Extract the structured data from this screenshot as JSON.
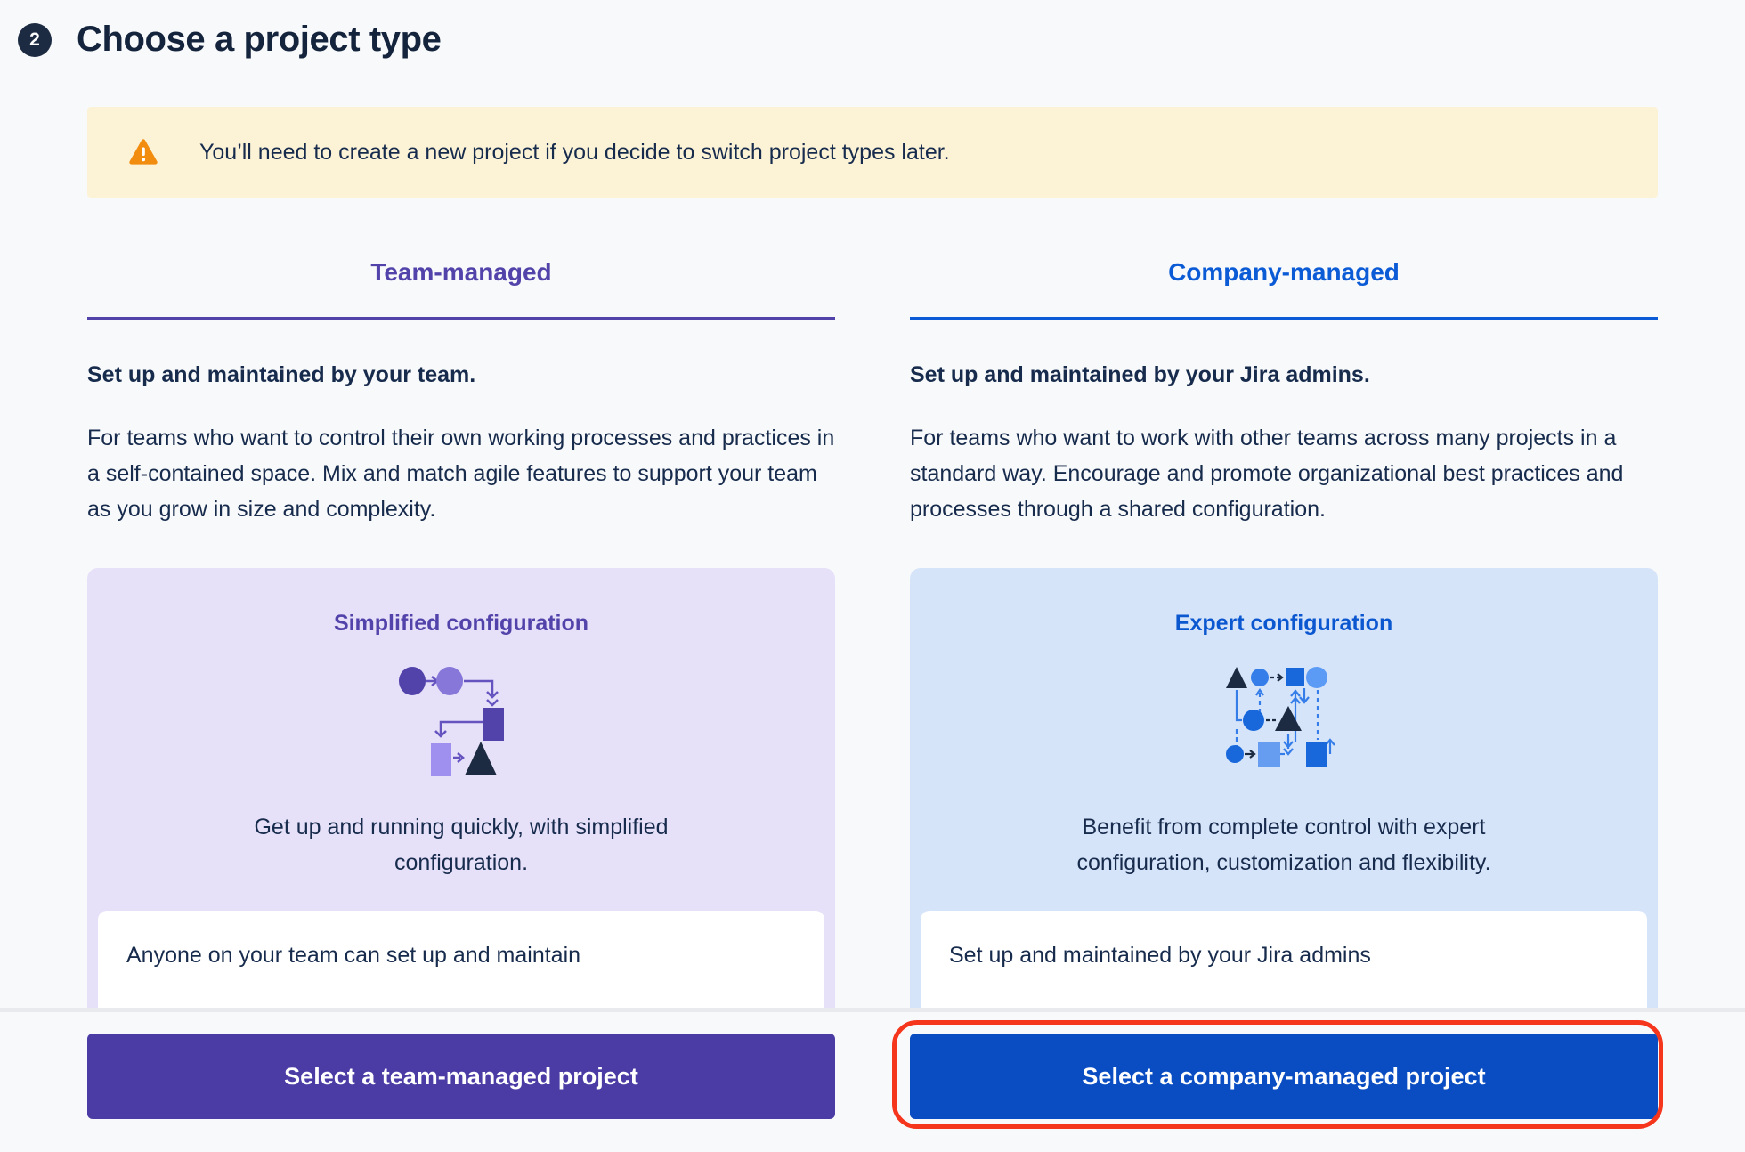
{
  "page": {
    "step_number": "2",
    "title": "Choose a project type",
    "background_color": "#F8F9FA",
    "text_color": "#172B4D"
  },
  "warning_banner": {
    "icon": "warning-triangle-icon",
    "icon_color": "#F18C0F",
    "background_color": "#FCF3D7",
    "text": "You’ll need to create a new project if you decide to switch project types later."
  },
  "columns": [
    {
      "header": "Team-managed",
      "accent_color": "#5243AA",
      "lead": "Set up and maintained by your team.",
      "description": "For teams who want to control their own working processes and practices in a self-contained space. Mix and match agile features to support your team as you grow in size and complexity.",
      "card": {
        "title": "Simplified configuration",
        "background_color": "#E6E0F8",
        "icon": "simplified-flow-diagram-icon",
        "text": "Get up and running quickly, with simplified configuration.",
        "inner_text_truncated": "Anyone on your team can set up and maintain"
      },
      "button_label": "Select a team-managed project",
      "button_color": "#4B3CA5"
    },
    {
      "header": "Company-managed",
      "accent_color": "#0C5BD6",
      "lead": "Set up and maintained by your Jira admins.",
      "description": "For teams who want to work with other teams across many projects in a standard way. Encourage and promote organizational best practices and processes through a shared configuration.",
      "card": {
        "title": "Expert configuration",
        "background_color": "#D6E4F9",
        "icon": "expert-flow-diagram-icon",
        "text": "Benefit from complete control with expert configuration, customization and flexibility.",
        "inner_text_truncated": "Set up and maintained by your Jira admins"
      },
      "button_label": "Select a company-managed project",
      "button_color": "#0A4DC2"
    }
  ],
  "annotation": {
    "shape": "red-rounded-rectangle",
    "color": "#F5351C",
    "target": "Select a company-managed project button"
  }
}
